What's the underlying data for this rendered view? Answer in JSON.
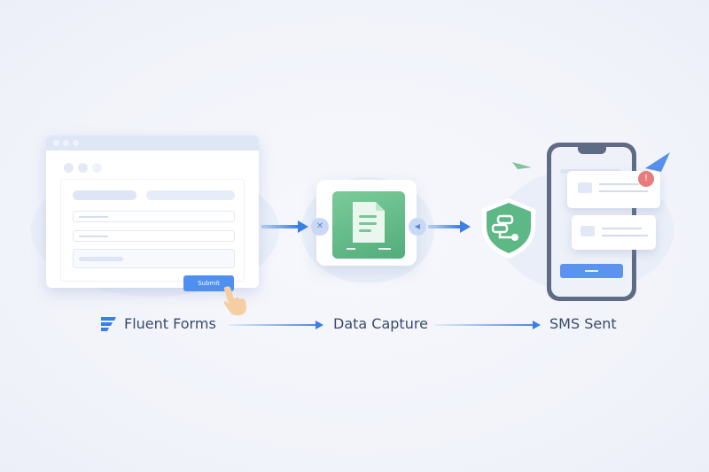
{
  "form": {
    "submit_label": "Submit"
  },
  "steps": [
    {
      "label": "Fluent Forms"
    },
    {
      "label": "Data Capture"
    },
    {
      "label": "SMS Sent"
    }
  ],
  "colors": {
    "accent": "#3a7ee8",
    "green": "#52ad7b",
    "alert": "#e87b7b",
    "phone": "#5f6b85"
  }
}
